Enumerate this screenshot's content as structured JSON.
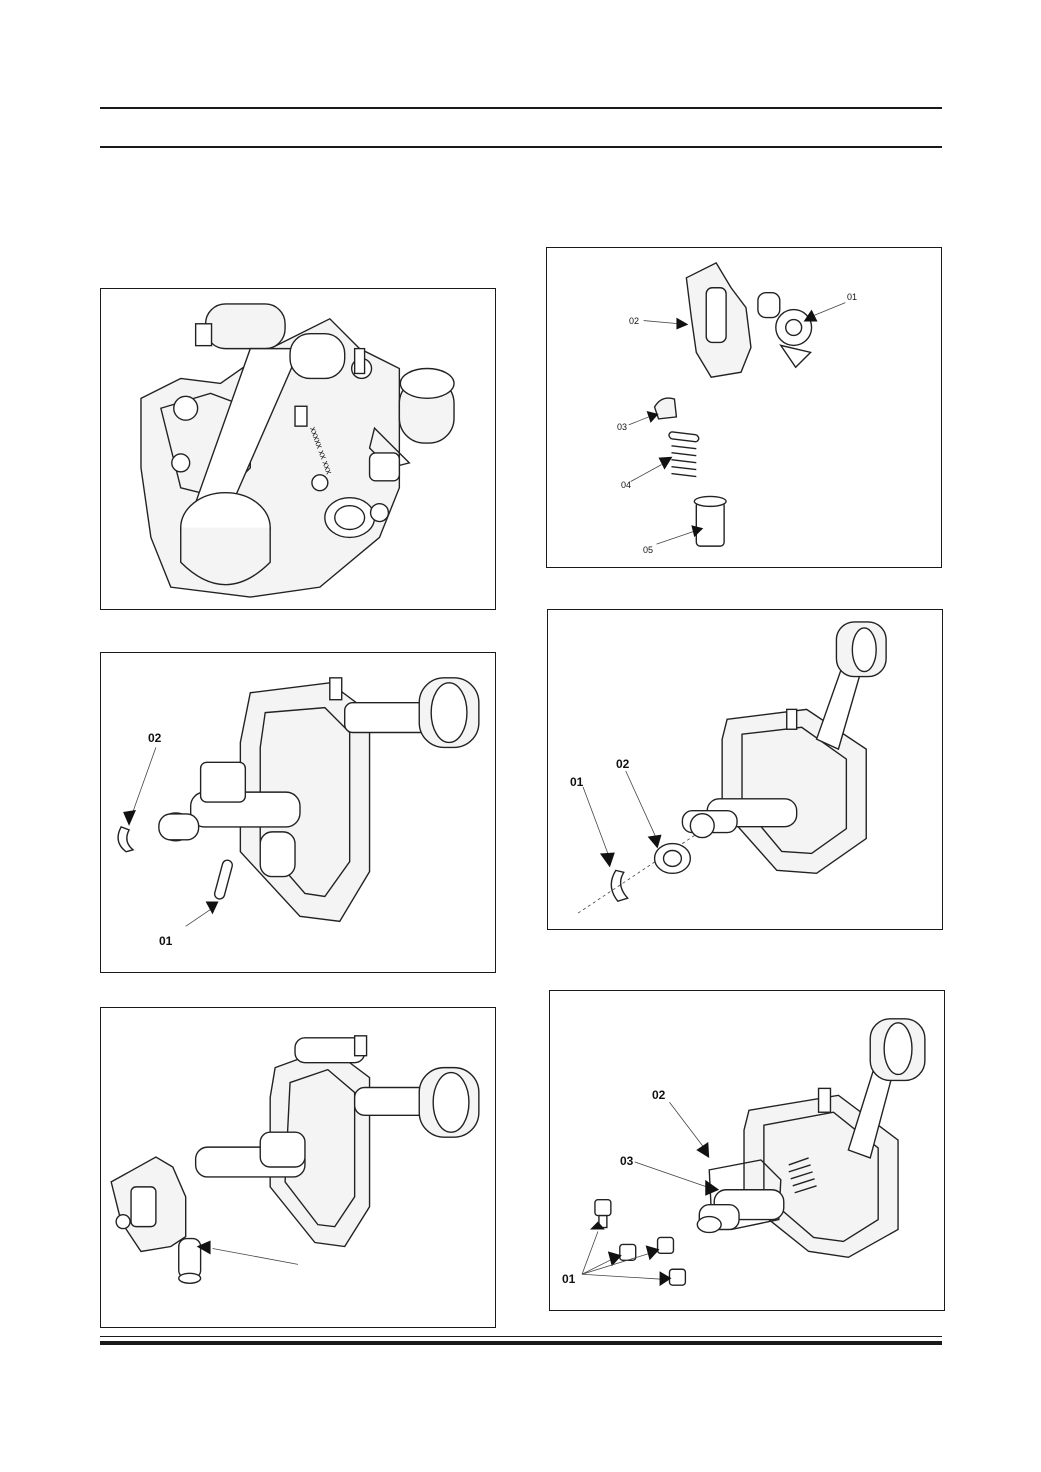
{
  "page": {
    "header_text": "",
    "footer_text": ""
  },
  "figures": [
    {
      "id": "fig-1",
      "callouts": []
    },
    {
      "id": "fig-2",
      "callouts": [
        "01",
        "02",
        "03",
        "04",
        "05"
      ]
    },
    {
      "id": "fig-3",
      "callouts": [
        "02",
        "01"
      ]
    },
    {
      "id": "fig-4",
      "callouts": [
        "01",
        "02"
      ]
    },
    {
      "id": "fig-5",
      "callouts": []
    },
    {
      "id": "fig-6",
      "callouts": [
        "02",
        "03",
        "01"
      ]
    }
  ],
  "colors": {
    "line": "#1a1a1a",
    "background": "#ffffff"
  }
}
